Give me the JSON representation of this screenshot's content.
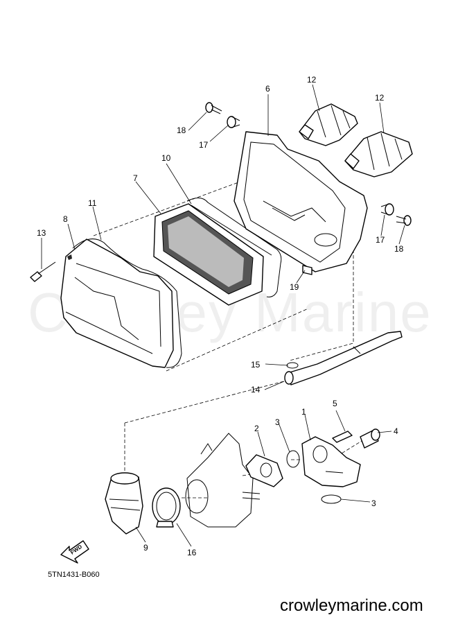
{
  "diagram": {
    "drawing_code": "5TN1431-B060",
    "watermark": "Crowley Marine",
    "site_url": "crowleymarine.com",
    "fwd_marker": "FWD",
    "callouts": {
      "p1": "1",
      "p2": "2",
      "p3a": "3",
      "p3b": "3",
      "p4": "4",
      "p5": "5",
      "p6": "6",
      "p7": "7",
      "p8": "8",
      "p9": "9",
      "p10": "10",
      "p11": "11",
      "p12a": "12",
      "p12b": "12",
      "p13": "13",
      "p14": "14",
      "p15": "15",
      "p16": "16",
      "p17a": "17",
      "p17b": "17",
      "p18a": "18",
      "p18b": "18",
      "p19": "19"
    }
  }
}
